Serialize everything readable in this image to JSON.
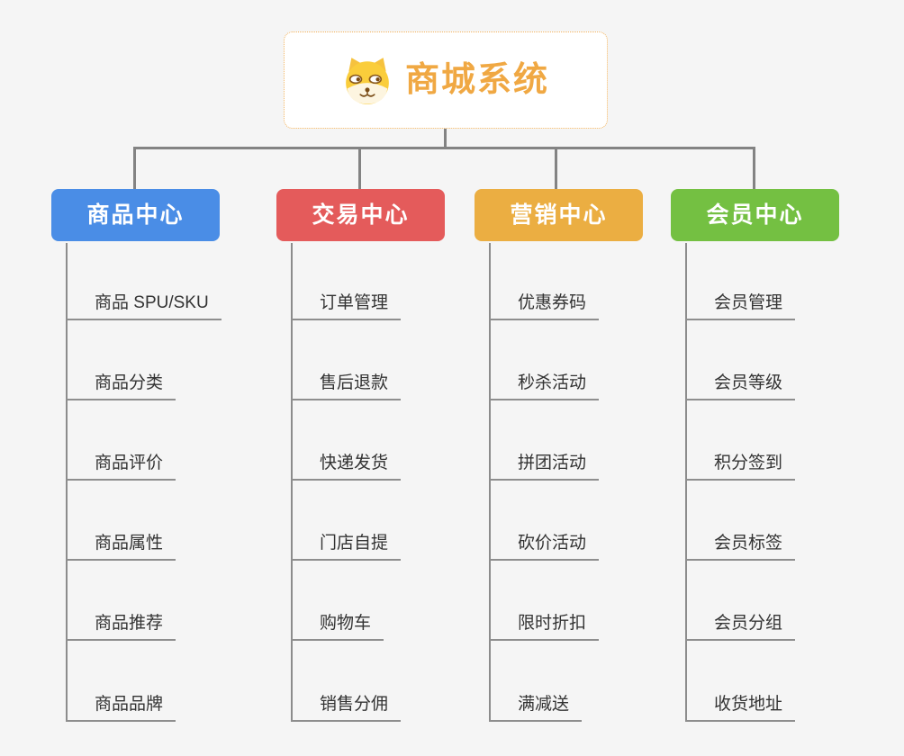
{
  "page": {
    "background_color": "#f5f5f5",
    "connector_color": "#838383"
  },
  "root": {
    "label": "商城系统",
    "icon": "dog-face-icon",
    "text_color": "#f0a843",
    "border_color": "#f2b35e",
    "background_color": "#ffffff"
  },
  "branches": [
    {
      "label": "商品中心",
      "color": "#4a8de6",
      "children": [
        "商品 SPU/SKU",
        "商品分类",
        "商品评价",
        "商品属性",
        "商品推荐",
        "商品品牌"
      ]
    },
    {
      "label": "交易中心",
      "color": "#e45b5b",
      "children": [
        "订单管理",
        "售后退款",
        "快递发货",
        "门店自提",
        "购物车",
        "销售分佣"
      ]
    },
    {
      "label": "营销中心",
      "color": "#ebae42",
      "children": [
        "优惠券码",
        "秒杀活动",
        "拼团活动",
        "砍价活动",
        "限时折扣",
        "满减送"
      ]
    },
    {
      "label": "会员中心",
      "color": "#74c042",
      "children": [
        "会员管理",
        "会员等级",
        "积分签到",
        "会员标签",
        "会员分组",
        "收货地址"
      ]
    }
  ]
}
